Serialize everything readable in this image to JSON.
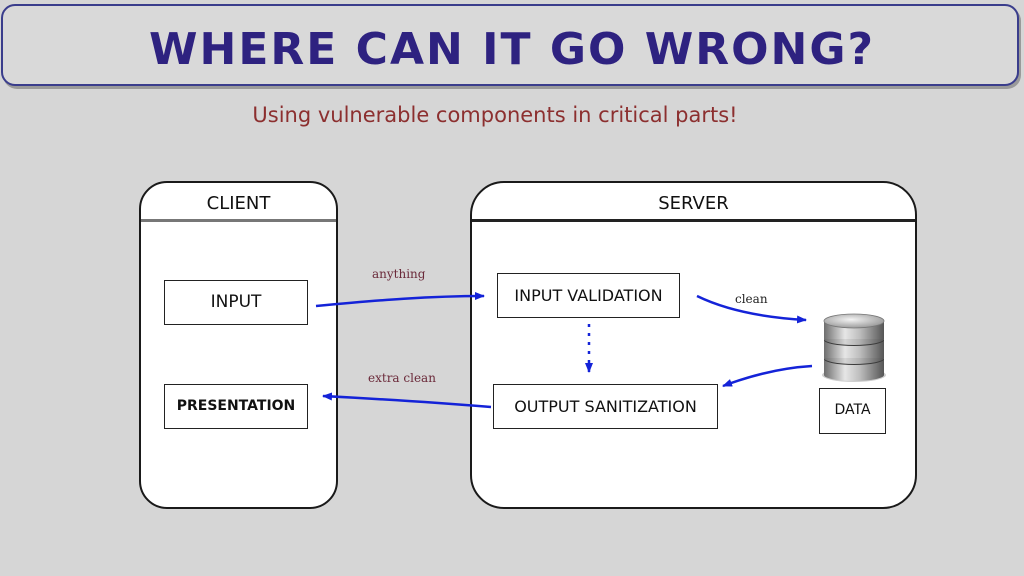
{
  "slide": {
    "title": "Where can it go wrong?",
    "subtitle": "Using vulnerable components in critical parts!"
  },
  "diagram": {
    "client": {
      "label": "CLIENT",
      "boxes": {
        "input": "INPUT",
        "presentation": "PRESENTATION"
      }
    },
    "server": {
      "label": "SERVER",
      "boxes": {
        "input_validation": "INPUT VALIDATION",
        "output_sanitization": "OUTPUT SANITIZATION",
        "data": "DATA"
      }
    },
    "edges": {
      "input_to_validation": "anything",
      "validation_to_data": "clean",
      "sanitization_to_presentation": "extra clean"
    },
    "colors": {
      "title": "#2e2280",
      "subtitle": "#8c2f2f",
      "arrow": "#1423d8",
      "arrow_label_warm": "#6b2a3a"
    },
    "icons": {
      "data_store": "database-icon"
    }
  }
}
